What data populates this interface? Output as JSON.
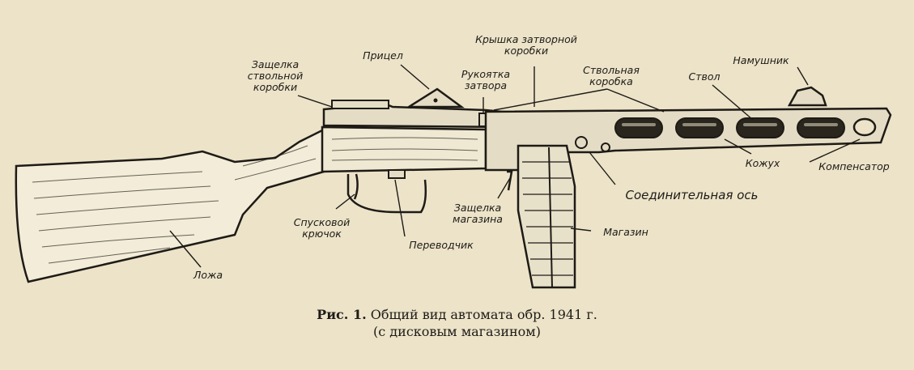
{
  "figure": {
    "caption_number": "Рис. 1.",
    "caption_text": "Общий вид автомата обр. 1941 г.",
    "caption_sub": "(с дисковым магазином)"
  },
  "labels": {
    "stock_latch_1": "Защелка",
    "stock_latch_2": "ствольной",
    "stock_latch_3": "коробки",
    "sight": "Прицел",
    "bolt_handle_1": "Рукоятка",
    "bolt_handle_2": "затвора",
    "cover_1": "Крышка затворной",
    "cover_2": "коробки",
    "receiver_1": "Ствольная",
    "receiver_2": "коробка",
    "barrel": "Ствол",
    "front_sight": "Намушник",
    "jacket": "Кожух",
    "compensator": "Компенсатор",
    "pin": "Соединительная ось",
    "mag_latch_1": "Защелка",
    "mag_latch_2": "магазина",
    "magazine": "Магазин",
    "trigger_1": "Спусковой",
    "trigger_2": "крючок",
    "selector": "Переводчик",
    "stock": "Ложа"
  },
  "colors": {
    "paper": "#ece3c9",
    "ink": "#1e1b16",
    "wood": "#f2ecd8",
    "metal": "#e4dcc4"
  }
}
